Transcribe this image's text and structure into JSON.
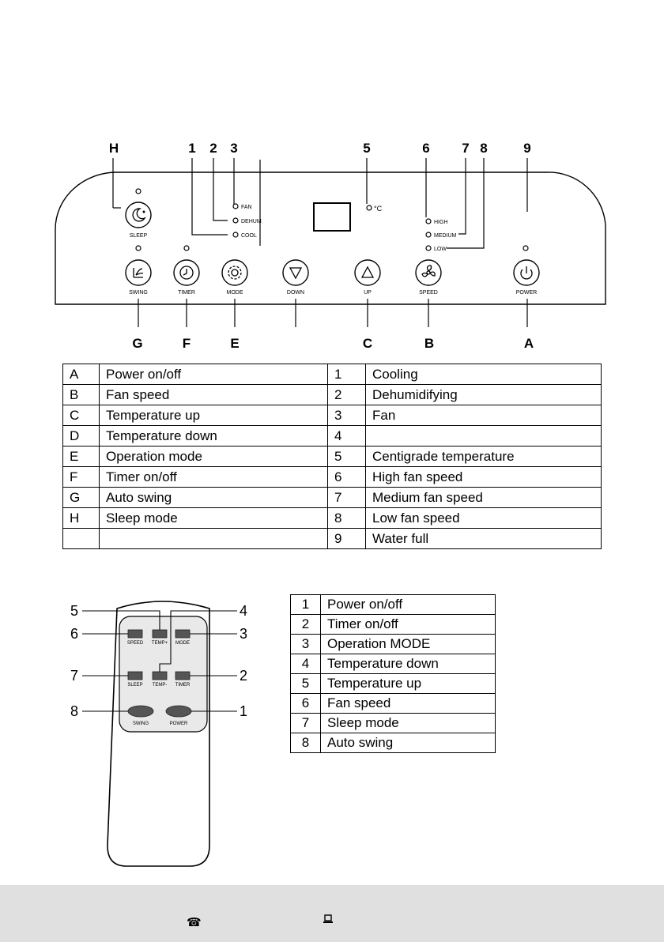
{
  "panel": {
    "callouts": {
      "H": "H",
      "n1": "1",
      "n2": "2",
      "n3": "3",
      "n5": "5",
      "n6": "6",
      "n7": "7",
      "n8": "8",
      "n9": "9",
      "G": "G",
      "F": "F",
      "E": "E",
      "C": "C",
      "B": "B",
      "A": "A"
    },
    "indicator_labels": {
      "fan": "FAN",
      "dehum": "DEHUM",
      "cool": "COOL",
      "celsius": "°C",
      "high": "HIGH",
      "medium": "MEDIUM",
      "low": "LOW"
    },
    "buttons": {
      "sleep": "SLEEP",
      "swing": "SWING",
      "timer": "TIMER",
      "mode": "MODE",
      "down": "DOWN",
      "up": "UP",
      "speed": "SPEED",
      "power": "POWER"
    }
  },
  "legend": {
    "rows": [
      {
        "k": "A",
        "v": "Power on/off",
        "k2": "1",
        "v2": "Cooling"
      },
      {
        "k": "B",
        "v": "Fan speed",
        "k2": "2",
        "v2": "Dehumidifying"
      },
      {
        "k": "C",
        "v": "Temperature up",
        "k2": "3",
        "v2": "Fan"
      },
      {
        "k": "D",
        "v": "Temperature down",
        "k2": "4",
        "v2": ""
      },
      {
        "k": "E",
        "v": "Operation mode",
        "k2": "5",
        "v2": "Centigrade temperature"
      },
      {
        "k": "F",
        "v": "Timer on/off",
        "k2": "6",
        "v2": "High fan speed"
      },
      {
        "k": "G",
        "v": "Auto swing",
        "k2": "7",
        "v2": "Medium fan speed"
      },
      {
        "k": "H",
        "v": "Sleep mode",
        "k2": "8",
        "v2": "Low fan speed"
      },
      {
        "k": "",
        "v": "",
        "k2": "9",
        "v2": "Water full"
      }
    ]
  },
  "remote": {
    "callouts": {
      "n1": "1",
      "n2": "2",
      "n3": "3",
      "n4": "4",
      "n5": "5",
      "n6": "6",
      "n7": "7",
      "n8": "8"
    },
    "buttons": {
      "speed": "SPEED",
      "tempplus": "TEMP+",
      "mode": "MODE",
      "sleep": "SLEEP",
      "tempminus": "TEMP-",
      "timer": "TIMER",
      "swing": "SWING",
      "power": "POWER"
    }
  },
  "remote_legend": {
    "rows": [
      {
        "k": "1",
        "v": "Power on/off"
      },
      {
        "k": "2",
        "v": "Timer on/off"
      },
      {
        "k": "3",
        "v": "Operation MODE"
      },
      {
        "k": "4",
        "v": "Temperature down"
      },
      {
        "k": "5",
        "v": "Temperature up"
      },
      {
        "k": "6",
        "v": "Fan speed"
      },
      {
        "k": "7",
        "v": "Sleep mode"
      },
      {
        "k": "8",
        "v": "Auto swing"
      }
    ]
  },
  "footer": {
    "phone_icon": "phone-icon",
    "laptop_icon": "laptop-icon"
  }
}
